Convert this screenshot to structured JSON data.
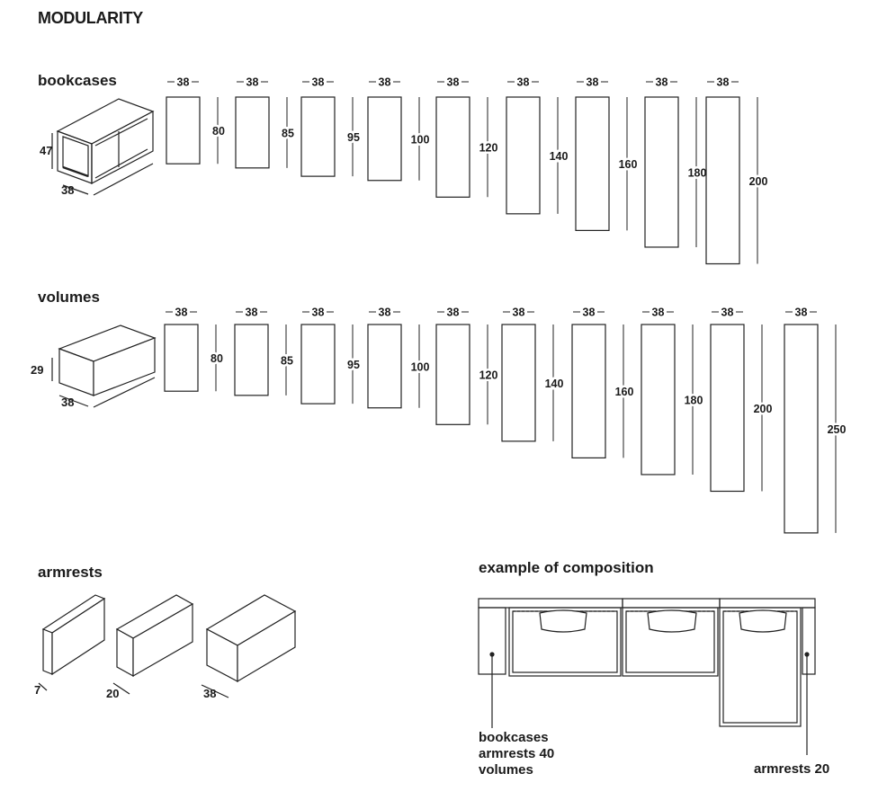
{
  "title": "MODULARITY",
  "bookcases": {
    "label": "bookcases",
    "iso_height": "47",
    "iso_depth": "38",
    "width_label": "38",
    "heights": [
      "80",
      "85",
      "95",
      "100",
      "120",
      "140",
      "160",
      "180",
      "200"
    ]
  },
  "volumes": {
    "label": "volumes",
    "iso_height": "29",
    "iso_depth": "38",
    "width_label": "38",
    "heights": [
      "80",
      "85",
      "95",
      "100",
      "120",
      "140",
      "160",
      "180",
      "200",
      "250"
    ]
  },
  "armrests": {
    "label": "armrests",
    "depths": [
      "7",
      "20",
      "38"
    ]
  },
  "composition": {
    "label": "example of composition",
    "callout_left": [
      "bookcases",
      "armrests 40",
      "volumes"
    ],
    "callout_right": "armrests 20"
  }
}
